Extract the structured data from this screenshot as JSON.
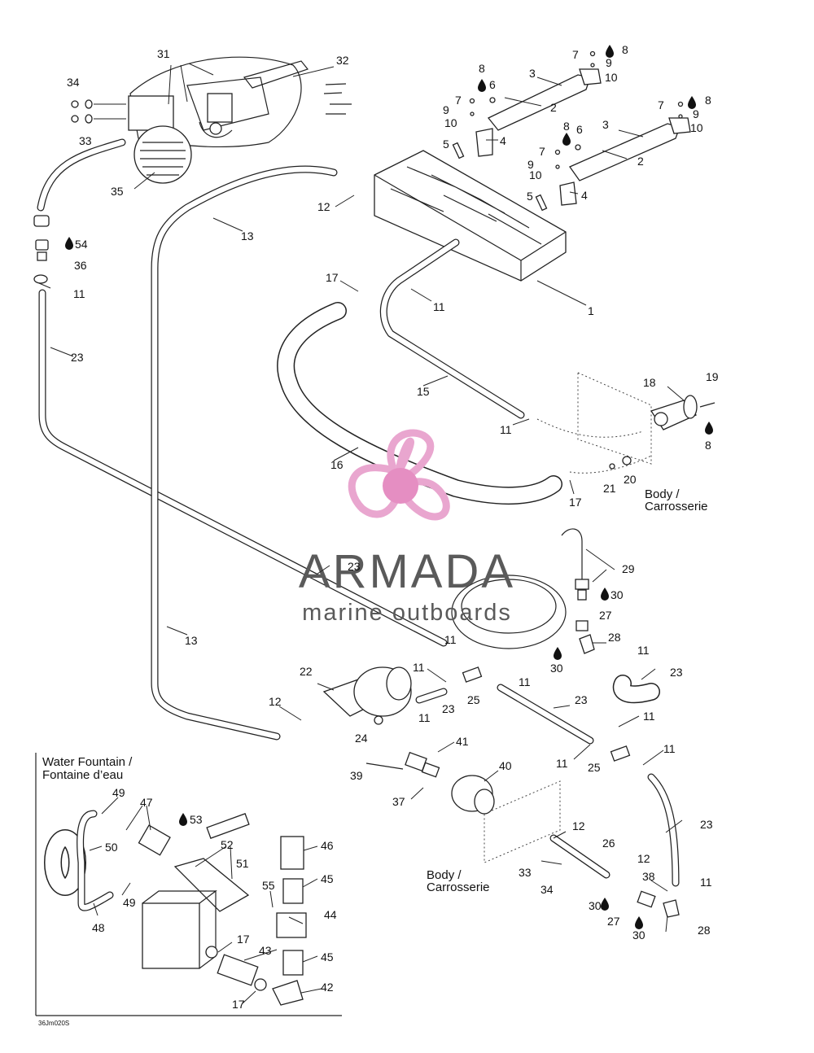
{
  "callouts": {
    "c1": "1",
    "c2a": "2",
    "c2b": "2",
    "c3a": "3",
    "c3b": "3",
    "c4a": "4",
    "c4b": "4",
    "c5a": "5",
    "c5b": "5",
    "c6a": "6",
    "c6b": "6",
    "c7a": "7",
    "c7b": "7",
    "c7c": "7",
    "c7d": "7",
    "c8a": "8",
    "c8b": "8",
    "c8c": "8",
    "c8d": "8",
    "c8e": "8",
    "c9a": "9",
    "c9b": "9",
    "c9c": "9",
    "c9d": "9",
    "c10a": "10",
    "c10b": "10",
    "c10c": "10",
    "c10d": "10",
    "c11a": "11",
    "c11b": "11",
    "c11c": "11",
    "c11d": "11",
    "c11e": "11",
    "c11f": "11",
    "c11g": "11",
    "c11h": "11",
    "c11i": "11",
    "c11j": "11",
    "c11k": "11",
    "c11l": "11",
    "c12a": "12",
    "c12b": "12",
    "c12c": "12",
    "c12d": "12",
    "c13a": "13",
    "c13b": "13",
    "c15": "15",
    "c16": "16",
    "c17a": "17",
    "c17b": "17",
    "c17c": "17",
    "c17d": "17",
    "c18": "18",
    "c19": "19",
    "c20": "20",
    "c21": "21",
    "c22": "22",
    "c23a": "23",
    "c23b": "23",
    "c23c": "23",
    "c23d": "23",
    "c23e": "23",
    "c23f": "23",
    "c24": "24",
    "c25a": "25",
    "c25b": "25",
    "c26": "26",
    "c27a": "27",
    "c27b": "27",
    "c28a": "28",
    "c28b": "28",
    "c29": "29",
    "c30a": "30",
    "c30b": "30",
    "c30c": "30",
    "c30d": "30",
    "c31": "31",
    "c32": "32",
    "c33a": "33",
    "c33b": "33",
    "c34a": "34",
    "c34b": "34",
    "c35": "35",
    "c36": "36",
    "c37": "37",
    "c38": "38",
    "c39": "39",
    "c40": "40",
    "c41": "41",
    "c42": "42",
    "c43": "43",
    "c44": "44",
    "c45a": "45",
    "c45b": "45",
    "c46": "46",
    "c47": "47",
    "c48": "48",
    "c49a": "49",
    "c49b": "49",
    "c50": "50",
    "c51": "51",
    "c52": "52",
    "c53": "53",
    "c54": "54",
    "c55": "55"
  },
  "body_label_1": [
    "Body /",
    "Carrosserie"
  ],
  "body_label_2": [
    "Body /",
    "Carrosserie"
  ],
  "inset_title": [
    "Water Fountain /",
    "Fontaine d’eau"
  ],
  "figure_code": "36Jm020S",
  "watermark": {
    "brand": "ARMADA",
    "tagline": "marine outboards",
    "logo_color": "#e9a6cf",
    "logo_center_color": "#e58ec2",
    "text_color": "#5a5a5a"
  }
}
